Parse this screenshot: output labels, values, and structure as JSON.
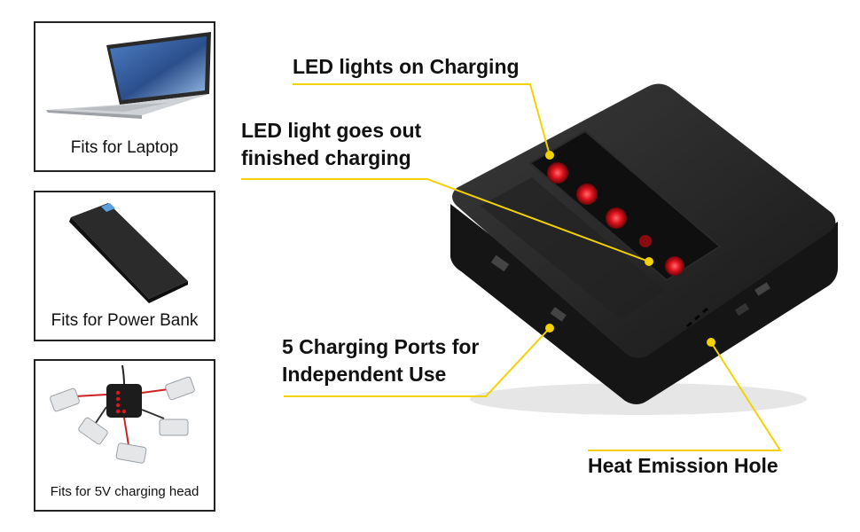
{
  "panels": [
    {
      "caption": "Fits for Laptop",
      "icon": "laptop-icon"
    },
    {
      "caption": "Fits for Power Bank",
      "icon": "power-bank-icon"
    },
    {
      "caption": "Fits for 5V charging head",
      "icon": "battery-hub-icon"
    }
  ],
  "callouts": {
    "led_on": "LED lights on Charging",
    "led_out_line1": "LED light goes out",
    "led_out_line2": "finished charging",
    "ports_line1": "5 Charging Ports for",
    "ports_line2": "Independent Use",
    "heat": "Heat Emission Hole"
  },
  "colors": {
    "accent_line": "#f2d200",
    "led_red": "#e0141e",
    "device_body": "#1c1c1c"
  }
}
